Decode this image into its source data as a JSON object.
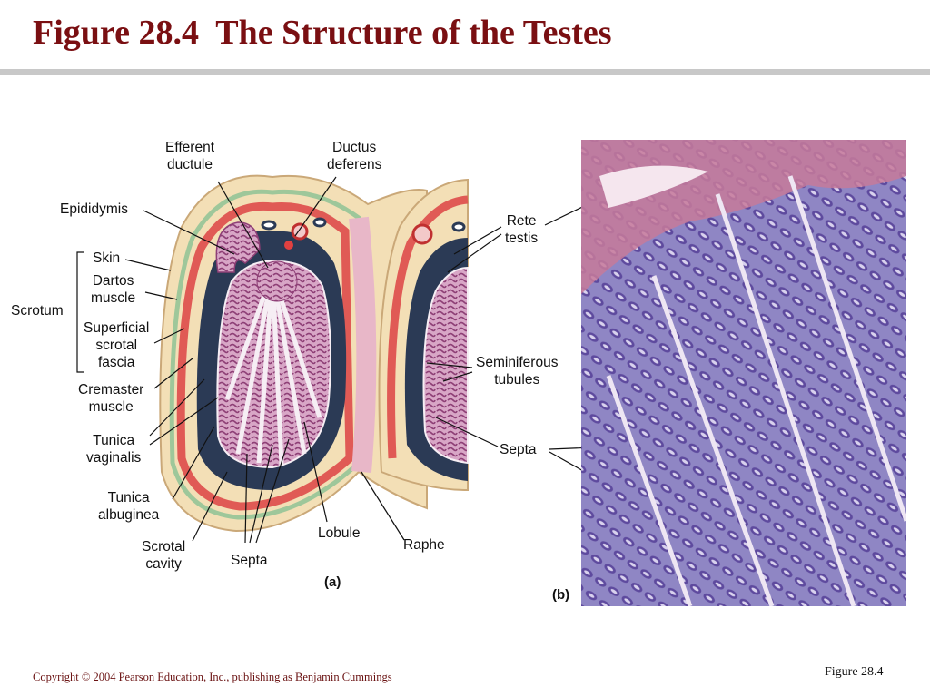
{
  "title": "Figure 28.4  The Structure of the Testes",
  "labels_a": {
    "efferent_ductule": "Efferent\nductule",
    "ductus_deferens": "Ductus\ndeferens",
    "epididymis": "Epididymis",
    "skin": "Skin",
    "dartos_muscle": "Dartos\nmuscle",
    "scrotum": "Scrotum",
    "superficial_scrotal_fascia": "Superficial\nscrotal\nfascia",
    "cremaster_muscle": "Cremaster\nmuscle",
    "tunica_vaginalis": "Tunica\nvaginalis",
    "tunica_albuginea": "Tunica\nalbuginea",
    "scrotal_cavity": "Scrotal\ncavity",
    "septa": "Septa",
    "lobule": "Lobule",
    "raphe": "Raphe",
    "panel": "(a)"
  },
  "labels_b": {
    "rete_testis": "Rete\ntestis",
    "seminiferous_tubules": "Seminiferous\ntubules",
    "septa": "Septa",
    "panel": "(b)"
  },
  "colors": {
    "title": "#7a0f12",
    "tunica_albuginea": "#2b3a55",
    "cremaster": "#e05a55",
    "tubules": "#9a4f80",
    "histology_purple": "#6f5aa8",
    "histology_pink": "#c77a9a"
  },
  "footer": {
    "copyright": "Copyright © 2004 Pearson Education, Inc., publishing as Benjamin Cummings",
    "figure_number": "Figure 28.4"
  }
}
